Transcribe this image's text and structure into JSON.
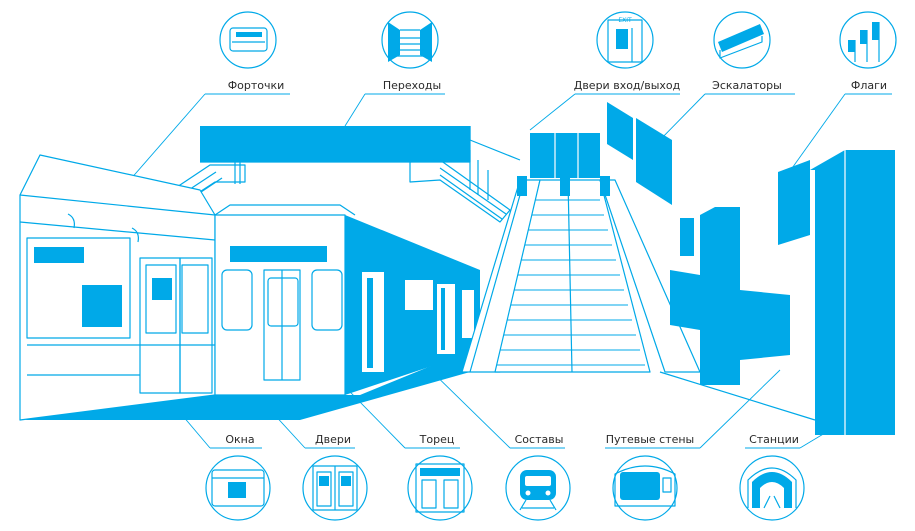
{
  "colors": {
    "accent": "#00a9e8",
    "line": "#00a9e8",
    "text": "#2a2a2a",
    "background": "#ffffff"
  },
  "callouts": {
    "top": [
      {
        "id": "fortochki",
        "label": "Форточки",
        "icon": "window-vent-icon"
      },
      {
        "id": "perehody",
        "label": "Переходы",
        "icon": "passage-stairs-icon"
      },
      {
        "id": "dveri_vhod",
        "label": "Двери вход/выход",
        "icon": "exit-door-icon",
        "icon_text": "EXIT"
      },
      {
        "id": "eskalatory",
        "label": "Эскалаторы",
        "icon": "escalator-icon"
      },
      {
        "id": "flagi",
        "label": "Флаги",
        "icon": "flags-icon"
      }
    ],
    "bottom": [
      {
        "id": "okna",
        "label": "Окна",
        "icon": "train-window-icon"
      },
      {
        "id": "dveri",
        "label": "Двери",
        "icon": "train-doors-icon"
      },
      {
        "id": "torec",
        "label": "Торец",
        "icon": "train-front-icon"
      },
      {
        "id": "sostavy",
        "label": "Составы",
        "icon": "metro-train-icon"
      },
      {
        "id": "putevye",
        "label": "Путевые стены",
        "icon": "track-wall-icon"
      },
      {
        "id": "stancii",
        "label": "Станции",
        "icon": "station-tunnel-icon"
      }
    ]
  }
}
